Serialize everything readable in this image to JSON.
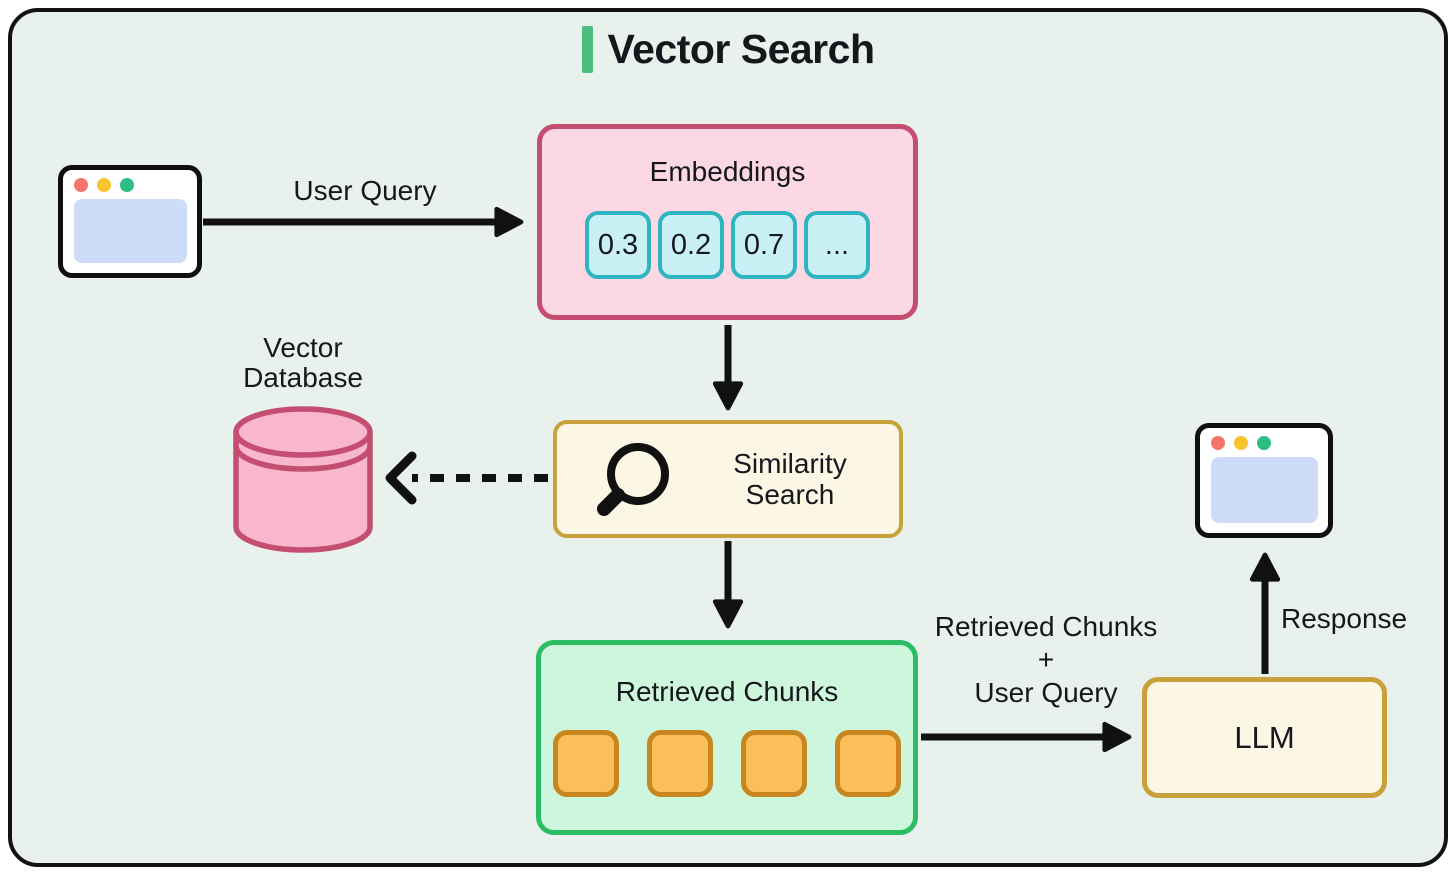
{
  "title": {
    "text": "Vector Search",
    "accent_color": "#4cbd7c"
  },
  "canvas": {
    "background": "#e9f1ed",
    "border_color": "#131313"
  },
  "nodes": {
    "embeddings": {
      "label": "Embeddings",
      "values": [
        "0.3",
        "0.2",
        "0.7",
        "..."
      ],
      "fill": "#fcd7e4",
      "border": "#c44d72",
      "chip_fill": "#c9f1f5",
      "chip_border": "#2fb5bf"
    },
    "similarity_search": {
      "line1": "Similarity",
      "line2": "Search",
      "icon": "magnifier-icon",
      "fill": "#fbf7e4",
      "border": "#c8a13b"
    },
    "vector_database": {
      "line1": "Vector",
      "line2": "Database",
      "icon": "database-cylinder-icon",
      "fill": "#f8b7cd",
      "border": "#c44d72"
    },
    "retrieved_chunks": {
      "label": "Retrieved Chunks",
      "chunk_count": 4,
      "fill": "#cdf6dd",
      "border": "#2abd63",
      "chunk_fill": "#fcbe59",
      "chunk_border": "#c8871e"
    },
    "llm": {
      "label": "LLM",
      "fill": "#fbf7e4",
      "border": "#c8a13b"
    }
  },
  "edges": {
    "user_query": {
      "label": "User Query",
      "style": "solid"
    },
    "embeddings_to_similarity": {
      "style": "solid"
    },
    "similarity_to_database": {
      "style": "dashed"
    },
    "similarity_to_retrieved": {
      "style": "solid"
    },
    "retrieved_to_llm": {
      "label_line1": "Retrieved Chunks",
      "label_line2": "+",
      "label_line3": "User Query",
      "style": "solid"
    },
    "llm_response": {
      "label": "Response",
      "style": "solid"
    }
  },
  "icons": {
    "browser_window_count": 2,
    "traffic_light_colors": [
      "#f5756d",
      "#f9c42e",
      "#2cbd85"
    ],
    "browser_content_color": "#cddcf8",
    "arrow_color": "#111111"
  }
}
